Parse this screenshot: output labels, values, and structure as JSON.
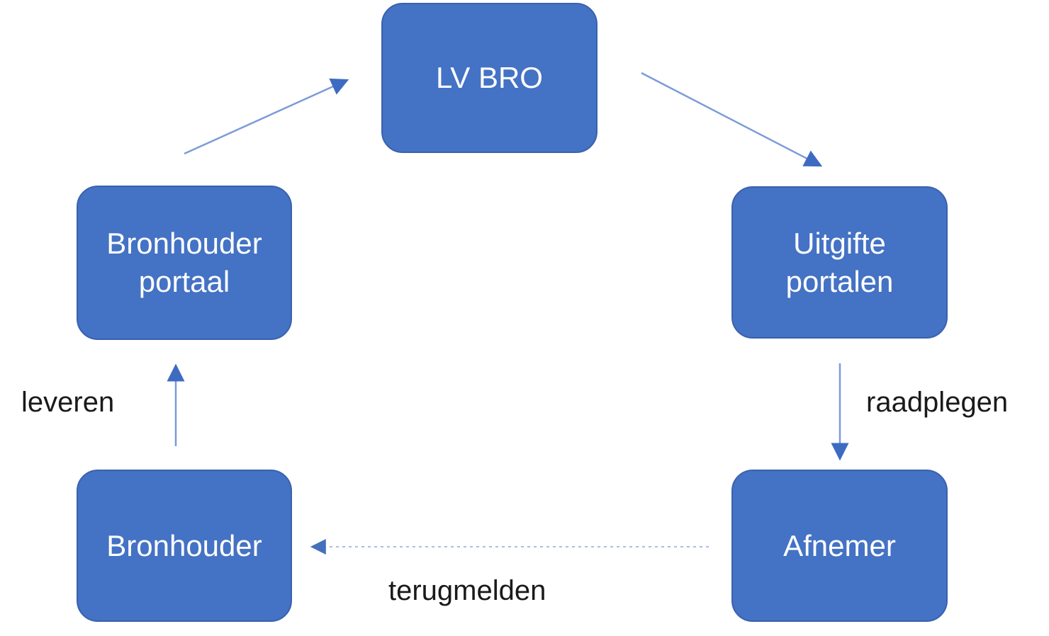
{
  "diagram": {
    "type": "flow-cycle",
    "nodes": [
      {
        "id": "lv-bro",
        "label": "LV BRO"
      },
      {
        "id": "bronhouder-portaal",
        "label": "Bronhouder portaal"
      },
      {
        "id": "uitgifte-portalen",
        "label": "Uitgifte portalen"
      },
      {
        "id": "bronhouder",
        "label": "Bronhouder"
      },
      {
        "id": "afnemer",
        "label": "Afnemer"
      }
    ],
    "edges": [
      {
        "from": "bronhouder-portaal",
        "to": "lv-bro",
        "label": "",
        "style": "solid"
      },
      {
        "from": "lv-bro",
        "to": "uitgifte-portalen",
        "label": "",
        "style": "solid"
      },
      {
        "from": "uitgifte-portalen",
        "to": "afnemer",
        "label": "raadplegen",
        "style": "solid"
      },
      {
        "from": "afnemer",
        "to": "bronhouder",
        "label": "terugmelden",
        "style": "dashed"
      },
      {
        "from": "bronhouder",
        "to": "bronhouder-portaal",
        "label": "leveren",
        "style": "solid"
      }
    ],
    "colors": {
      "node_fill": "#4472C4",
      "node_border": "#3A62AE",
      "node_text": "#FFFFFF",
      "arrow_line": "#7C9BD9",
      "arrow_head": "#3E6BC2",
      "dashed_line": "#A9BEE6",
      "label_text": "#1A1A1A",
      "background": "#FFFFFF"
    }
  }
}
